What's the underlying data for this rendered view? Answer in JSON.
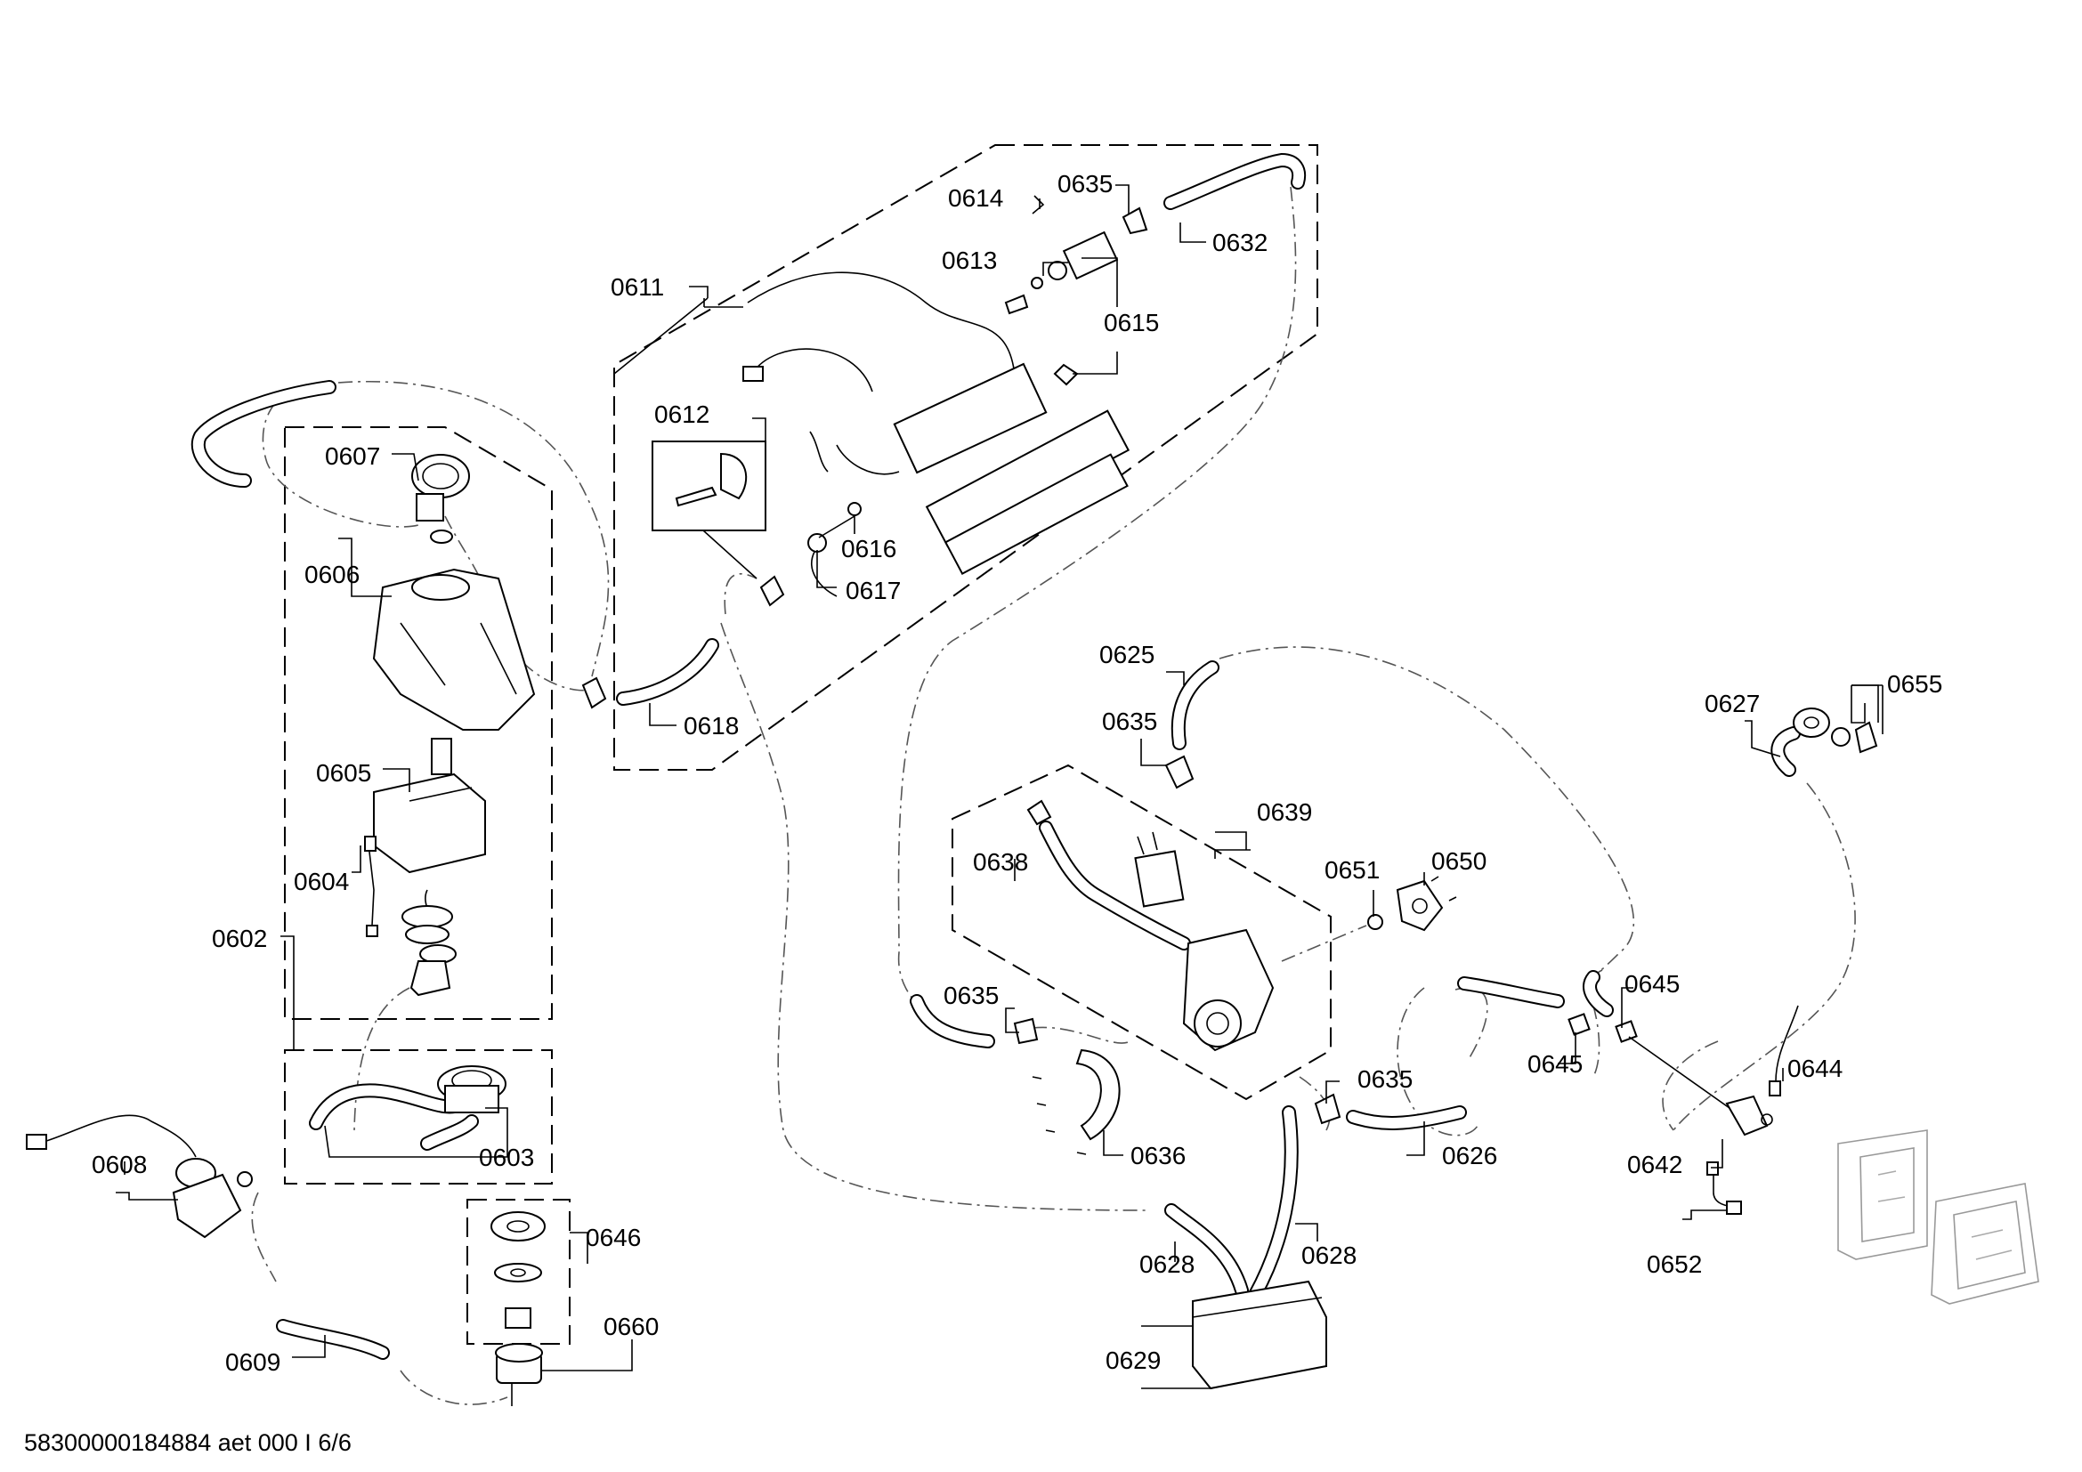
{
  "footer": "58300000184884 aet 000 I 6/6",
  "labels": {
    "l0602": "0602",
    "l0603": "0603",
    "l0604": "0604",
    "l0605": "0605",
    "l0606": "0606",
    "l0607": "0607",
    "l0608": "0608",
    "l0609": "0609",
    "l0611": "0611",
    "l0612": "0612",
    "l0613": "0613",
    "l0614": "0614",
    "l0615": "0615",
    "l0616": "0616",
    "l0617": "0617",
    "l0618": "0618",
    "l0625": "0625",
    "l0626": "0626",
    "l0627": "0627",
    "l0628a": "0628",
    "l0628b": "0628",
    "l0629": "0629",
    "l0632": "0632",
    "l0635a": "0635",
    "l0635b": "0635",
    "l0635c": "0635",
    "l0635d": "0635",
    "l0636": "0636",
    "l0638": "0638",
    "l0639": "0639",
    "l0642": "0642",
    "l0644": "0644",
    "l0645a": "0645",
    "l0645b": "0645",
    "l0646": "0646",
    "l0650": "0650",
    "l0651": "0651",
    "l0652": "0652",
    "l0655": "0655",
    "l0660": "0660"
  }
}
